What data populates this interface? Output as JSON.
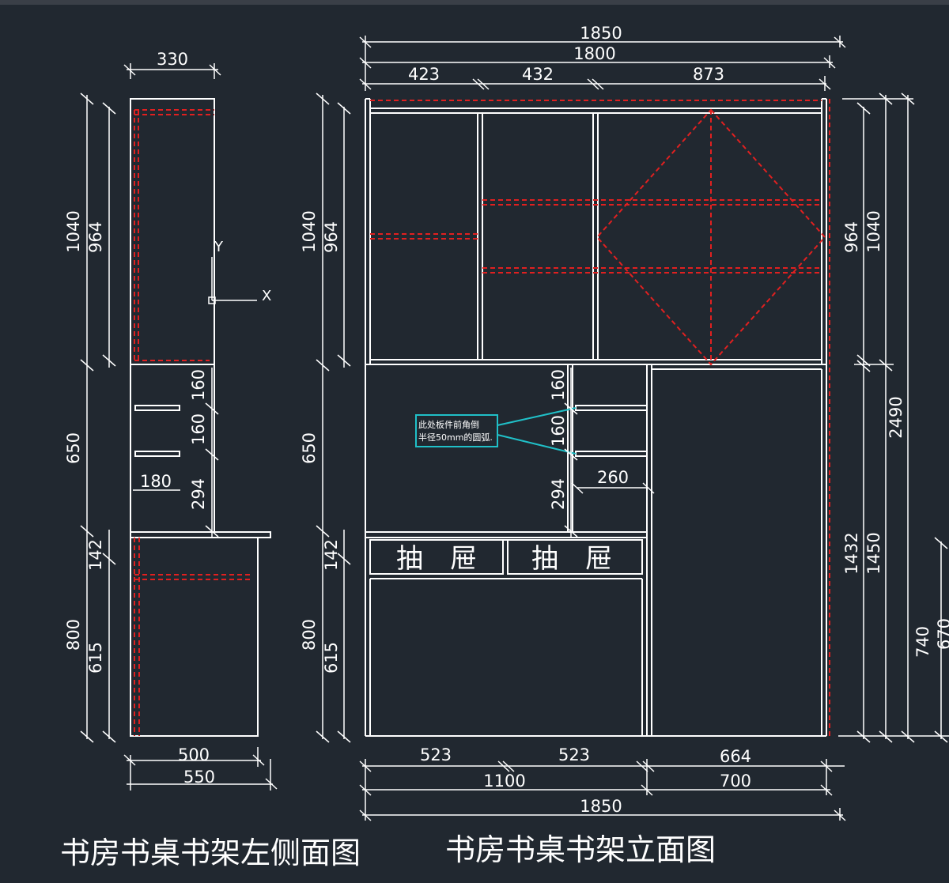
{
  "colors": {
    "background": "#212830",
    "line": "#ffffff",
    "hidden_line": "#e02020",
    "leader": "#20c0c8"
  },
  "side_view": {
    "title": "书房书桌书架左侧面图",
    "dims": {
      "top_width": "330",
      "upper_height_outer": "1040",
      "upper_height_inner": "964",
      "middle_height": "650",
      "shelf_gap_1": "160",
      "shelf_gap_2": "160",
      "shelf_depth": "180",
      "lower_gap": "294",
      "drawer_height": "142",
      "base_height_outer": "800",
      "base_height_inner": "615",
      "bottom_depth_inner": "500",
      "bottom_depth_outer": "550"
    },
    "axis_labels": {
      "y": "Y",
      "x": "X"
    }
  },
  "front_view": {
    "title": "书房书桌书架立面图",
    "dims": {
      "total_width_top": "1850",
      "inner_width_top": "1800",
      "bay_1": "423",
      "bay_2": "432",
      "bay_3": "873",
      "upper_height_outer": "1040",
      "upper_height_inner": "964",
      "middle_height": "650",
      "drawer_height": "142",
      "base_height_outer": "800",
      "base_height_inner": "615",
      "shelf_gap_1": "160",
      "shelf_gap_2": "160",
      "lower_gap": "294",
      "shelf_depth": "260",
      "right_upper_inner": "964",
      "right_upper_outer": "1040",
      "total_height": "2490",
      "right_lower_inner": "1432",
      "right_lower_outer": "1450",
      "far_right_1": "740",
      "far_right_2": "670",
      "bottom_left_bay": "523",
      "bottom_mid_bay": "523",
      "bottom_right_inner": "664",
      "desk_width": "1100",
      "right_cabinet_width": "700",
      "total_width_bottom": "1850"
    },
    "drawer_labels": [
      "抽　屉",
      "抽　屉"
    ],
    "note": {
      "line1": "此处板件前角倒",
      "line2": "半径50mm的圆弧."
    }
  }
}
